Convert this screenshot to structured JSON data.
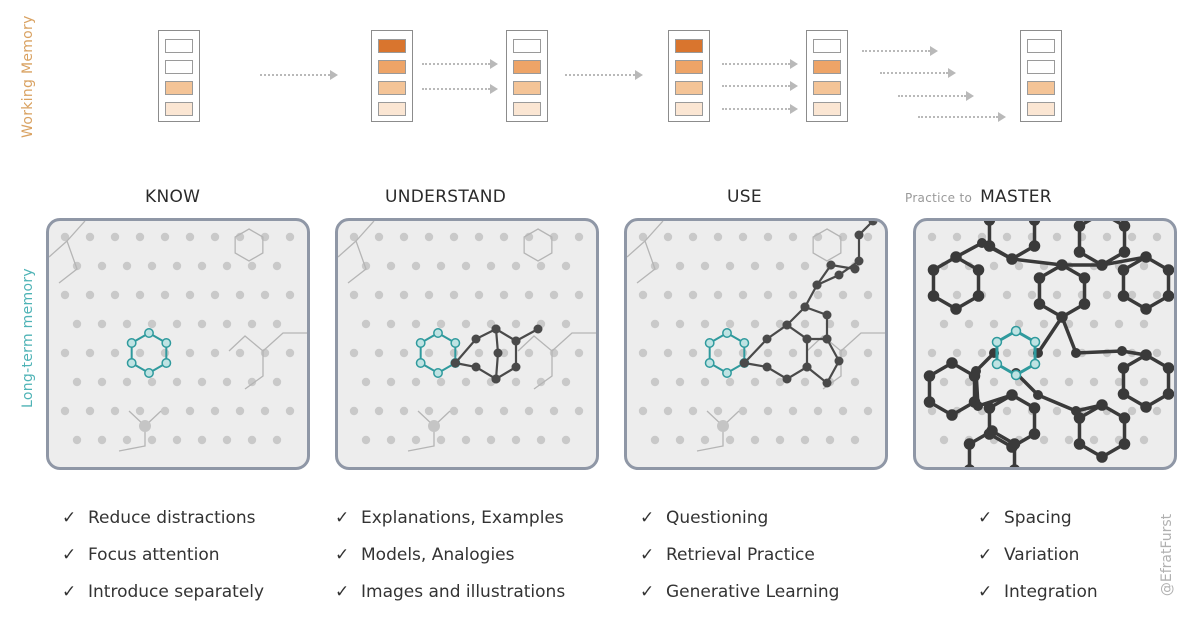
{
  "labels": {
    "working_memory": "Working Memory",
    "long_term_memory": "Long-term memory",
    "credit": "@EfratFurst"
  },
  "stages": [
    {
      "title": "KNOW",
      "prefix": "",
      "strategies": [
        "Reduce distractions",
        "Focus attention",
        "Introduce separately"
      ]
    },
    {
      "title": "UNDERSTAND",
      "prefix": "",
      "strategies": [
        "Explanations, Examples",
        "Models, Analogies",
        "Images and illustrations"
      ]
    },
    {
      "title": "USE",
      "prefix": "",
      "strategies": [
        "Questioning",
        "Retrieval Practice",
        "Generative Learning"
      ]
    },
    {
      "title": "MASTER",
      "prefix": "Practice to",
      "strategies": [
        "Spacing",
        "Variation",
        "Integration"
      ]
    }
  ],
  "check_glyph": "✓",
  "colors": {
    "wm_dark": "#d9752e",
    "wm_mid": "#eea467",
    "wm_light": "#f4c497",
    "wm_pale": "#fbe6d3",
    "teal": "#2f9a9d",
    "dark_node": "#4a4a4a",
    "grid_dot": "#c9c9c9",
    "panel_border": "#8f97a6"
  },
  "stacks": [
    {
      "fills": [
        "white",
        "white",
        "light",
        "pale"
      ]
    },
    {
      "fills": [
        "dark",
        "mid",
        "light",
        "pale"
      ]
    },
    {
      "fills": [
        "white",
        "mid",
        "light",
        "pale"
      ]
    },
    {
      "fills": [
        "dark",
        "mid",
        "light",
        "pale"
      ]
    },
    {
      "fills": [
        "white",
        "mid",
        "light",
        "pale"
      ]
    },
    {
      "fills": [
        "white",
        "white",
        "light",
        "pale"
      ]
    }
  ]
}
